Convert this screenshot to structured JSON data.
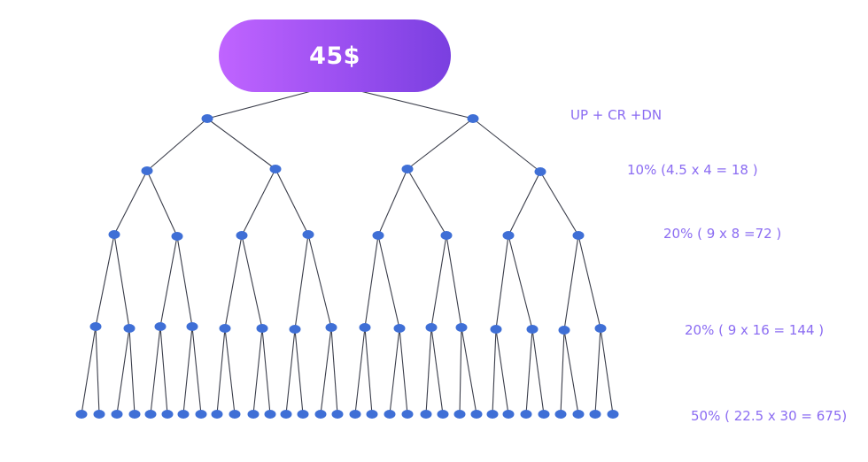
{
  "root": {
    "label": "45$"
  },
  "annotations": [
    "UP + CR +DN",
    "10% (4.5 x 4 = 18 )",
    "20% ( 9 x 8 =72 )",
    "20% ( 9 x 16 = 144 )",
    "50% ( 22.5 x 30 = 675)"
  ],
  "tree": {
    "levels": 5,
    "branching": 2,
    "leaves": 32
  },
  "colors": {
    "node": "#3f6fd6",
    "edge": "#3a3d4a",
    "pill_start": "#c064ff",
    "pill_end": "#7a3fe0",
    "text": "#8b6cf2"
  }
}
